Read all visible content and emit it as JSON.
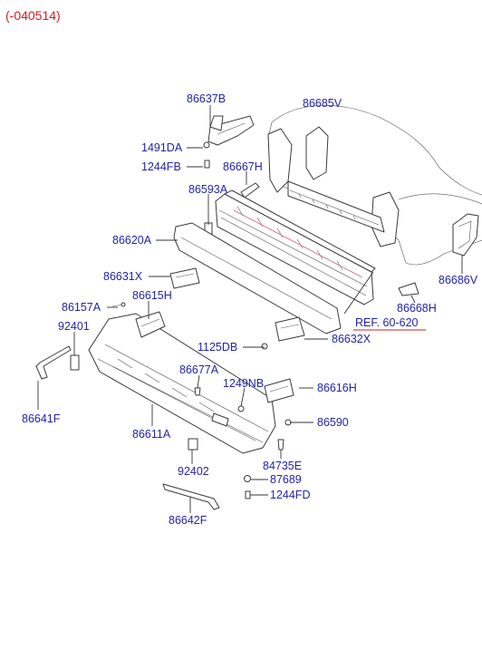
{
  "header": {
    "code": "(-040514)"
  },
  "labels": {
    "p86637B": "86637B",
    "p86685V": "86685V",
    "p1491DA": "1491DA",
    "p1244FB": "1244FB",
    "p86667H": "86667H",
    "p86593A": "86593A",
    "p86620A": "86620A",
    "p86631X": "86631X",
    "p86157A": "86157A",
    "p86615H": "86615H",
    "p92401": "92401",
    "p86641F": "86641F",
    "p1125DB": "1125DB",
    "p86677A": "86677A",
    "p86611A": "86611A",
    "p1249NB": "1249NB",
    "p86632X": "86632X",
    "p86668H": "86668H",
    "p86686V": "86686V",
    "ref": "REF. 60-620",
    "p86616H": "86616H",
    "p86590": "86590",
    "p84735E": "84735E",
    "p92402": "92402",
    "p87689": "87689",
    "p1244FD": "1244FD",
    "p86642F": "86642F"
  }
}
